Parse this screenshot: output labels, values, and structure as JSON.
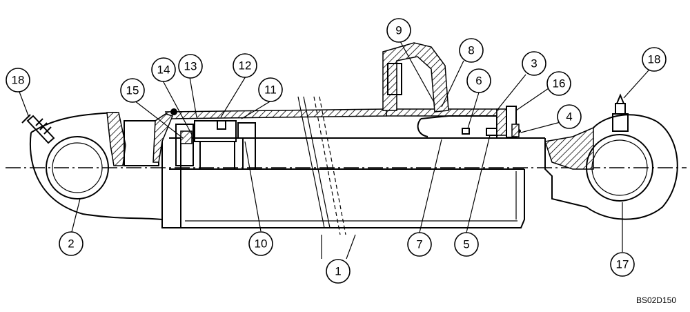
{
  "diagram_code": "BS02D150",
  "callouts": [
    "1",
    "2",
    "3",
    "4",
    "5",
    "6",
    "7",
    "8",
    "9",
    "10",
    "11",
    "12",
    "13",
    "14",
    "15",
    "16",
    "17",
    "18"
  ]
}
